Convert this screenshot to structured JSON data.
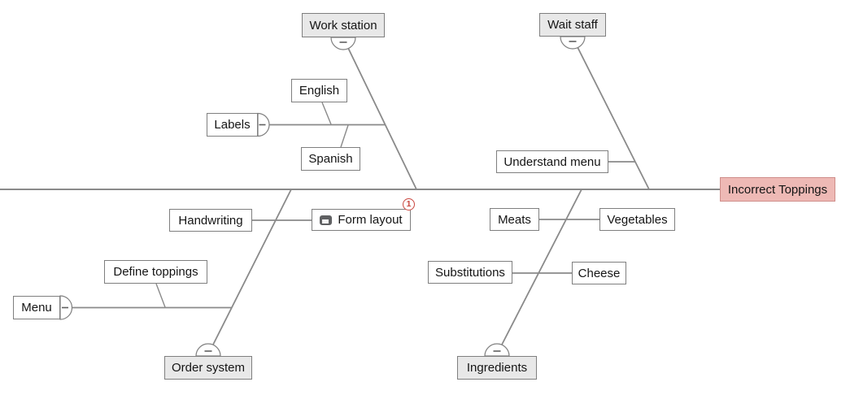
{
  "diagram": {
    "type": "fishbone",
    "effect": {
      "label": "Incorrect Toppings"
    },
    "categories": {
      "work_station": {
        "label": "Work station",
        "collapse_state": "-"
      },
      "wait_staff": {
        "label": "Wait staff",
        "collapse_state": "-"
      },
      "order_system": {
        "label": "Order system",
        "collapse_state": "-"
      },
      "ingredients": {
        "label": "Ingredients",
        "collapse_state": "-"
      }
    },
    "causes": {
      "labels": {
        "label": "Labels",
        "collapse_state": "-"
      },
      "english": {
        "label": "English"
      },
      "spanish": {
        "label": "Spanish"
      },
      "understand_menu": {
        "label": "Understand menu"
      },
      "handwriting": {
        "label": "Handwriting"
      },
      "form_layout": {
        "label": "Form layout",
        "icon": "note-icon",
        "badge_count": "1"
      },
      "meats": {
        "label": "Meats"
      },
      "vegetables": {
        "label": "Vegetables"
      },
      "substitutions": {
        "label": "Substitutions"
      },
      "cheese": {
        "label": "Cheese"
      },
      "define_toppings": {
        "label": "Define toppings"
      },
      "menu": {
        "label": "Menu",
        "collapse_state": "-"
      }
    },
    "colors": {
      "line": "#8a8a8a",
      "box_border": "#7f7f7f",
      "category_fill": "#e8e8e8",
      "effect_fill": "#eeb9b5",
      "effect_border": "#cf8e8a",
      "badge_accent": "#c9473f"
    }
  }
}
